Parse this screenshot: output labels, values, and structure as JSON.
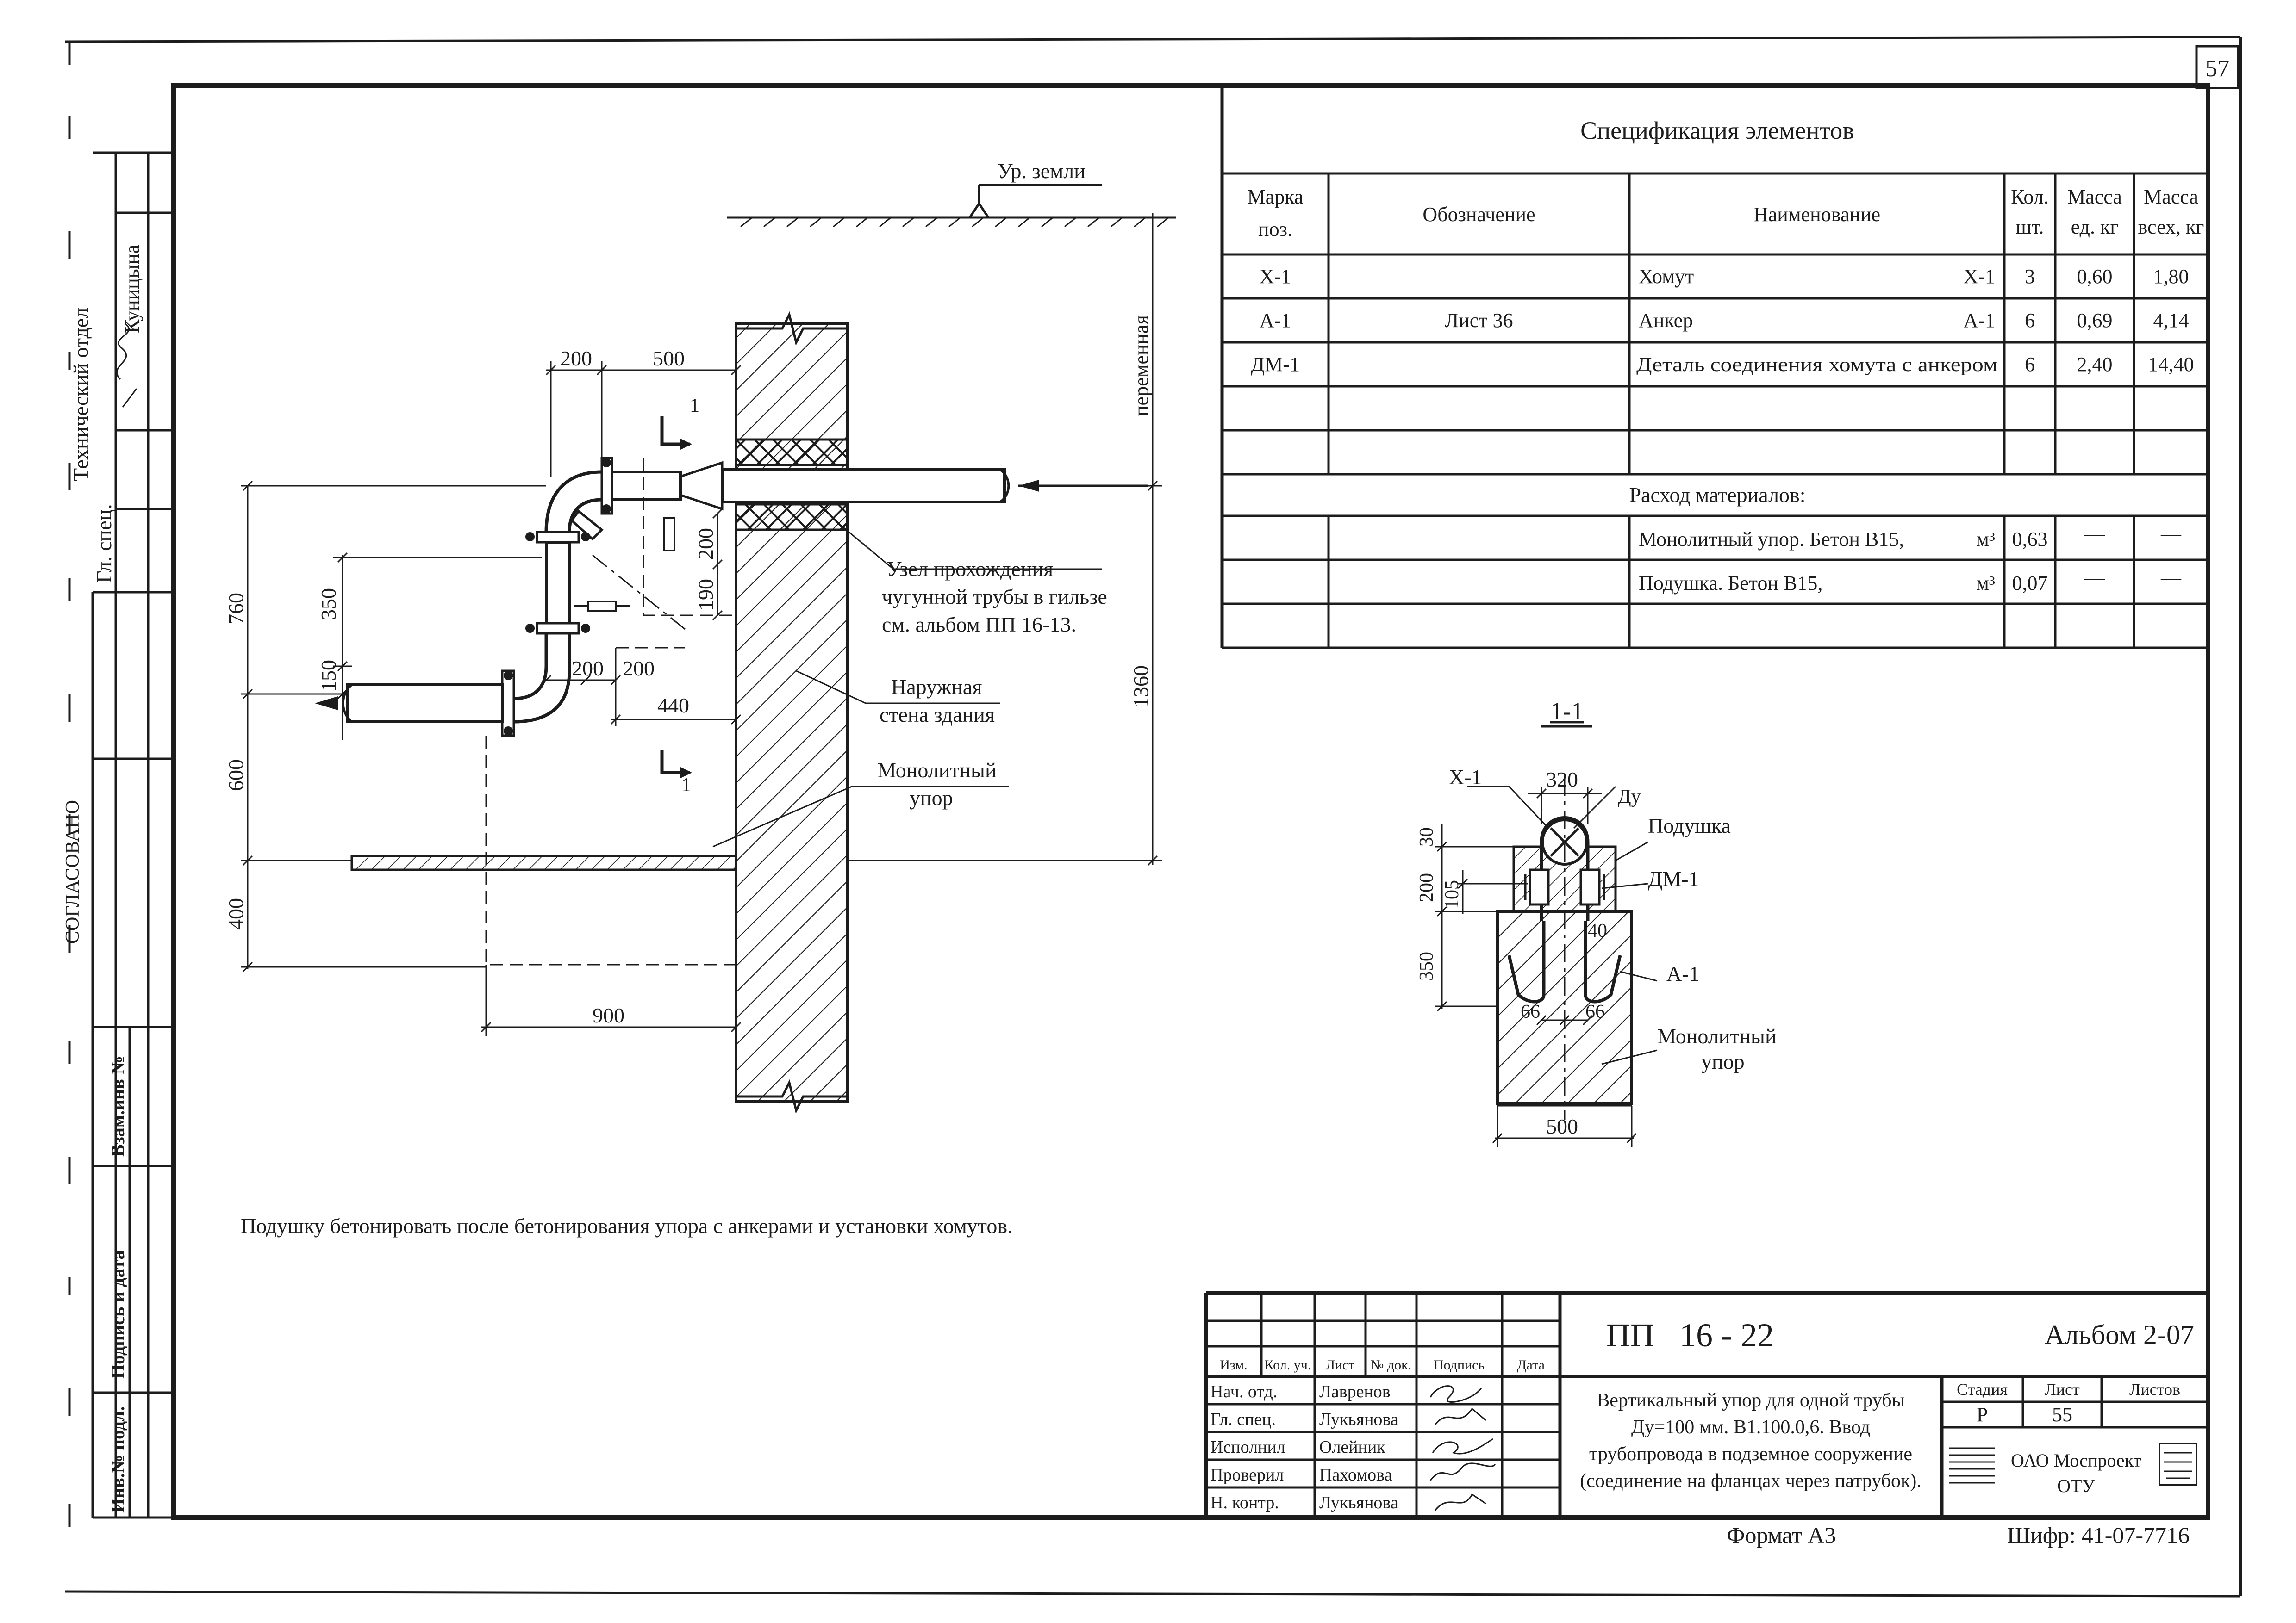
{
  "sheet_corner_number": "57",
  "side_stamps": {
    "tech_dept": "Технический отдел",
    "chief_spec": "Гл. спец.",
    "chief_spec_name": "Куницына",
    "agreed": "СОГЛАСОВАНО",
    "inv_replaced": "Взам.инв №",
    "signature_date": "Подпись и дата",
    "inv_original": "Инв.№ подл."
  },
  "spec_table": {
    "title": "Спецификация элементов",
    "headers": {
      "mark": "Марка поз.",
      "mark_l1": "Марка",
      "mark_l2": "поз.",
      "designation": "Обозначение",
      "name": "Наименование",
      "qty_l1": "Кол.",
      "qty_l2": "шт.",
      "mass_unit_l1": "Масса",
      "mass_unit_l2": "ед. кг",
      "mass_total_l1": "Масса",
      "mass_total_l2": "всех, кг"
    },
    "designation_merged": "Лист 36",
    "rows": [
      {
        "mark": "Х-1",
        "name": "Хомут",
        "name_mark": "Х-1",
        "qty": "3",
        "mass_unit": "0,60",
        "mass_total": "1,80"
      },
      {
        "mark": "А-1",
        "name": "Анкер",
        "name_mark": "А-1",
        "qty": "6",
        "mass_unit": "0,69",
        "mass_total": "4,14"
      },
      {
        "mark": "ДМ-1",
        "name": "Деталь соединения хомута с анкером",
        "name_mark": "",
        "qty": "6",
        "mass_unit": "2,40",
        "mass_total": "14,40"
      }
    ],
    "materials_title": "Расход материалов:",
    "materials": [
      {
        "name": "Монолитный упор. Бетон В15,",
        "unit": "м³",
        "qty": "0,63",
        "mass_unit": "—",
        "mass_total": "—"
      },
      {
        "name": "Подушка. Бетон В15,",
        "unit": "м³",
        "qty": "0,07",
        "mass_unit": "—",
        "mass_total": "—"
      }
    ]
  },
  "main_view": {
    "ground_level": "Ур. земли",
    "variable": "переменная",
    "node_note_l1": "Узел прохождения",
    "node_note_l2": "чугунной трубы в гильзе",
    "node_note_l3": "см. альбом ПП 16-13.",
    "wall_note_l1": "Наружная",
    "wall_note_l2": "стена здания",
    "thrust_note_l1": "Монолитный",
    "thrust_note_l2": "упор",
    "section_mark": "1",
    "dims": {
      "d200_top": "200",
      "d500": "500",
      "d200_v": "200",
      "d190": "190",
      "d760": "760",
      "d350": "350",
      "d150": "150",
      "d600": "600",
      "d400": "400",
      "d200_a": "200",
      "d200_b": "200",
      "d440": "440",
      "d900": "900",
      "d1360": "1360"
    }
  },
  "section_view": {
    "title": "1-1",
    "x1": "Х-1",
    "du": "Ду",
    "cushion": "Подушка",
    "dm1": "ДМ-1",
    "a1": "А-1",
    "thrust_l1": "Монолитный",
    "thrust_l2": "упор",
    "dims": {
      "d320": "320",
      "d30": "30",
      "d200": "200",
      "d105": "105",
      "d40": "40",
      "d350": "350",
      "d66a": "66",
      "d66b": "66",
      "d500": "500"
    }
  },
  "note": "Подушку бетонировать после бетонирования упора с анкерами и установки хомутов.",
  "title_block": {
    "code": "ПП   16 - 22",
    "album": "Альбом 2-07",
    "col_headers": [
      "Изм.",
      "Кол. уч.",
      "Лист",
      "№ док.",
      "Подпись",
      "Дата"
    ],
    "people": [
      {
        "role": "Нач. отд.",
        "name": "Лавренов"
      },
      {
        "role": "Гл. спец.",
        "name": "Лукьянова"
      },
      {
        "role": "Исполнил",
        "name": "Олейник"
      },
      {
        "role": "Проверил",
        "name": "Пахомова"
      },
      {
        "role": "Н. контр.",
        "name": "Лукьянова"
      }
    ],
    "description": [
      "Вертикальный упор для одной трубы",
      "Ду=100 мм. В1.100.0,6.  Ввод",
      "трубопровода в подземное сооружение",
      "(соединение на фланцах через патрубок)."
    ],
    "stage_label": "Стадия",
    "sheet_label": "Лист",
    "sheets_label": "Листов",
    "stage": "Р",
    "sheet": "55",
    "org_l1": "ОАО Моспроект",
    "org_l2": "ОТУ",
    "format": "Формат А3",
    "cipher": "Шифр: 41-07-7716"
  }
}
